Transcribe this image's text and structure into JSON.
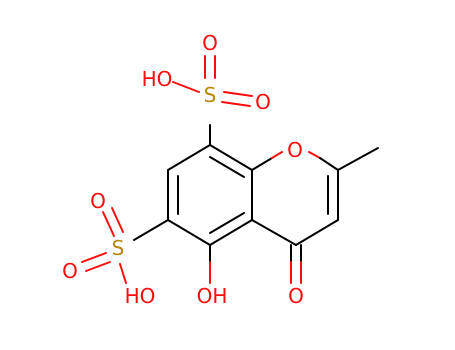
{
  "colors": {
    "background": "#ffffff",
    "bond": "#000000",
    "oxygen": "#ff0d0d",
    "sulfur": "#b8860b"
  },
  "labels": {
    "ring_oxygen": "O",
    "carbonyl_oxygen": "O",
    "hydroxyl": "OH",
    "sulfonic_top_sulfur": "S",
    "sulfonic_top_hydroxyl": "HO",
    "sulfonic_top_oxygen_upper": "O",
    "sulfonic_top_oxygen_right": "O",
    "sulfonic_left_sulfur": "S",
    "sulfonic_left_hydroxyl": "HO",
    "sulfonic_left_oxygen_upper": "O",
    "sulfonic_left_oxygen_lower": "O"
  }
}
